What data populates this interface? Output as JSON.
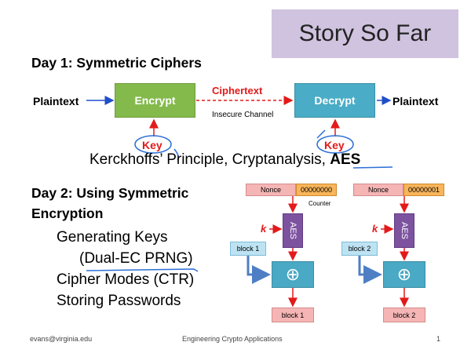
{
  "slide": {
    "title": "Story So Far",
    "day1": "Day 1: Symmetric Ciphers",
    "plaintext_left": "Plaintext",
    "plaintext_right": "Plaintext",
    "encrypt": "Encrypt",
    "decrypt": "Decrypt",
    "ciphertext": "Ciphertext",
    "channel": "Insecure Channel",
    "key_left": "Key",
    "key_right": "Key",
    "principle_prefix": "Kerckhoffs’ Principle, Cryptanalysis, ",
    "principle_aes": "AES",
    "day2_line1": "Day 2: Using Symmetric",
    "day2_line2": "Encryption",
    "bullets": [
      "Generating Keys",
      "(Dual-EC PRNG)",
      "Cipher Modes (CTR)",
      "Storing Passwords"
    ]
  },
  "diagram": {
    "nonce": "Nonce",
    "counter_label": "Counter",
    "counter1": "00000000",
    "counter2": "00000001",
    "k1": "k",
    "k2": "k",
    "aes": "AES",
    "block_in1": "block 1",
    "block_in2": "block 2",
    "block_out1": "block 1",
    "block_out2": "block 2",
    "xor_symbol": "⊕"
  },
  "footer": {
    "email": "evans@virginia.edu",
    "course": "Engineering Crypto Applications",
    "page": "1"
  }
}
